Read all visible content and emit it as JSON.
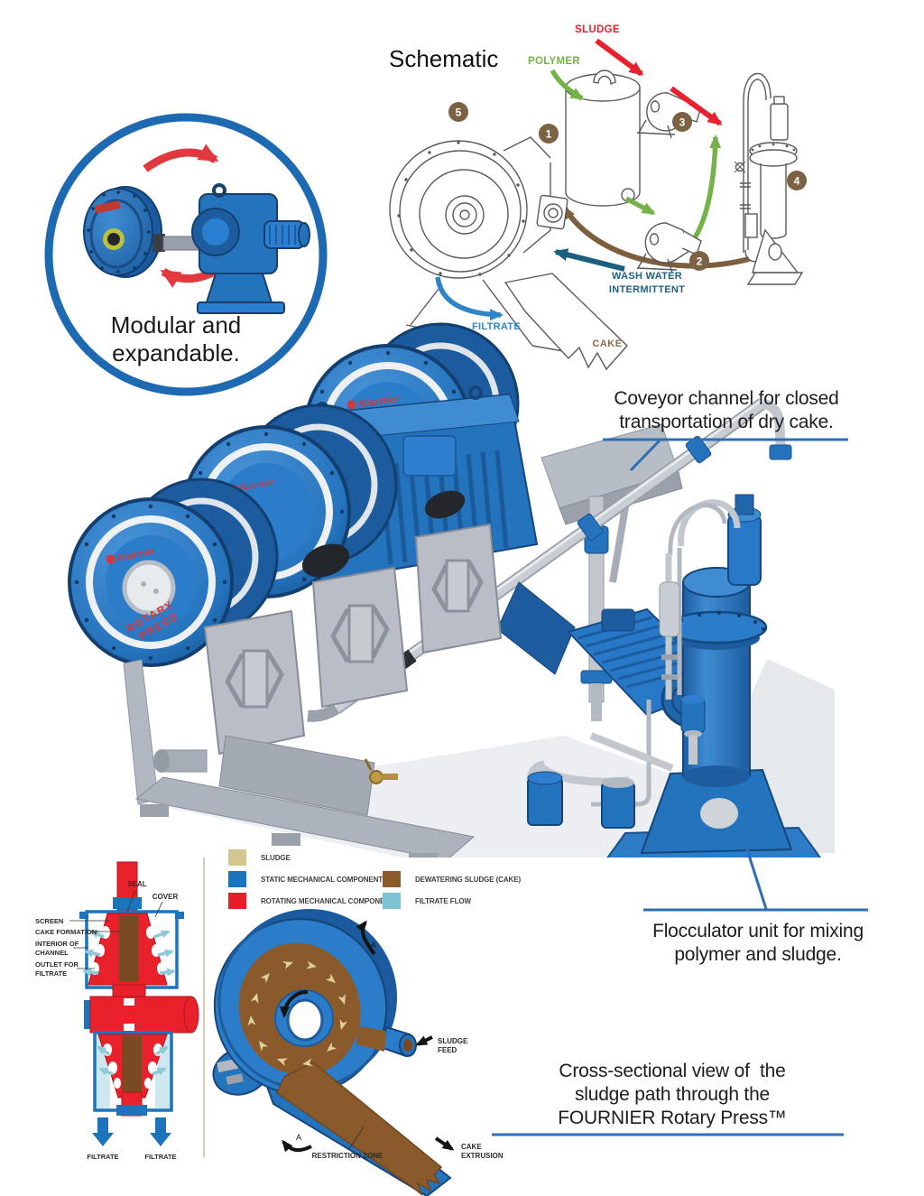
{
  "inset": {
    "caption_line1": "Modular and",
    "caption_line2": "expandable.",
    "border_color": "#1d6ab2"
  },
  "schematic": {
    "title": "Schematic",
    "sludge_label": "SLUDGE",
    "polymer_label": "POLYMER",
    "wash_water_label_line1": "WASH WATER",
    "wash_water_label_line2": "INTERMITTENT",
    "filtrate_label": "FILTRATE",
    "cake_label": "CAKE",
    "step_numbers": [
      "1",
      "2",
      "3",
      "4",
      "5"
    ],
    "colors": {
      "sludge_arrow": "#e8222d",
      "polymer_arrow": "#76b24a",
      "wash_water_arrow": "#1d5f80",
      "filtrate_arrow": "#2e86c9",
      "cake_flow": "#7d5f3d",
      "step_badge": "#7a6243",
      "line_art": "#5a5a5a"
    }
  },
  "callouts": {
    "conveyor_line1": "Coveyor channel for closed",
    "conveyor_line2": "transportation of dry cake.",
    "flocculator_line1": "Flocculator unit for mixing",
    "flocculator_line2": "polymer and sludge.",
    "cross_section_line1": "Cross-sectional view of  the",
    "cross_section_line2": "sludge path through the",
    "cross_section_line3": "FOURNIER Rotary Press™",
    "leader_color": "#2e6eb5"
  },
  "machine": {
    "brand": "fournier",
    "front_disc_line1": "ROTARY",
    "front_disc_line2": "PRESS"
  },
  "legend": {
    "column1": [
      {
        "label": "SLUDGE",
        "color": "#d3c68f"
      },
      {
        "label": "STATIC MECHANICAL COMPONENT",
        "color": "#1c75bc"
      },
      {
        "label": "ROTATING MECHANICAL COMPONENT",
        "color": "#e61e2a"
      }
    ],
    "column2": [
      {
        "label": "DEWATERING SLUDGE (CAKE)",
        "color": "#8a5a2a"
      },
      {
        "label": "FILTRATE FLOW",
        "color": "#7cc3d4"
      }
    ]
  },
  "press_section": {
    "seal_label": "SEAL",
    "cover_label": "COVER",
    "screen_label": "SCREEN",
    "cake_formation_label": "CAKE FORMATION",
    "interior_label_line1": "INTERIOR OF",
    "interior_label_line2": "CHANNEL",
    "outlet_label_line1": "OUTLET FOR",
    "outlet_label_line2": "FILTRATE",
    "filtrate_left_label": "FILTRATE",
    "filtrate_right_label": "FILTRATE"
  },
  "rotary_section": {
    "sludge_feed_line1": "SLUDGE",
    "sludge_feed_line2": "FEED",
    "restriction_label": "RESTRICTION ZONE",
    "cake_extrusion_line1": "CAKE",
    "cake_extrusion_line2": "EXTRUSION",
    "rotation_marker": "A"
  }
}
